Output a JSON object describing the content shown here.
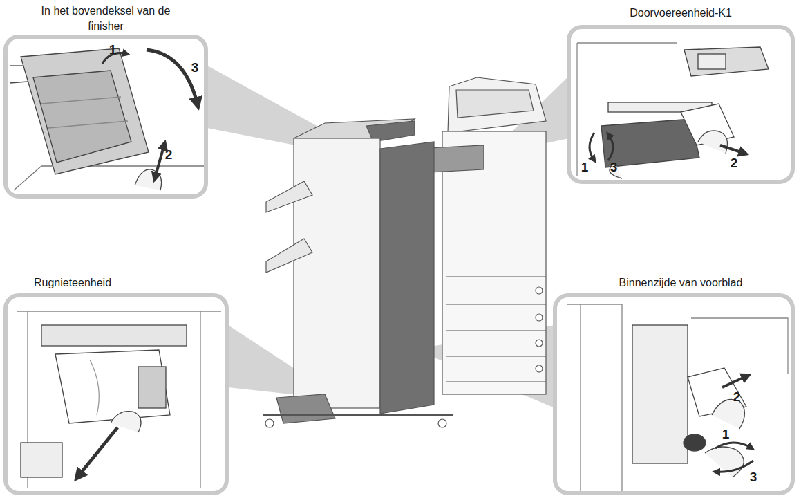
{
  "diagram": {
    "nodes": [
      {
        "text": [
          "In het bovendeksel van de finisher"
        ]
      },
      {
        "text": [
          "Doorvoereenheid-K1"
        ]
      },
      {
        "text": [
          "Rugnieteenheid"
        ]
      },
      {
        "text": [
          "Binnenzijde van voorblad"
        ]
      }
    ],
    "labels": [
      "1",
      "2",
      "3",
      "1",
      "3",
      "2",
      "2",
      "1",
      "3"
    ]
  }
}
